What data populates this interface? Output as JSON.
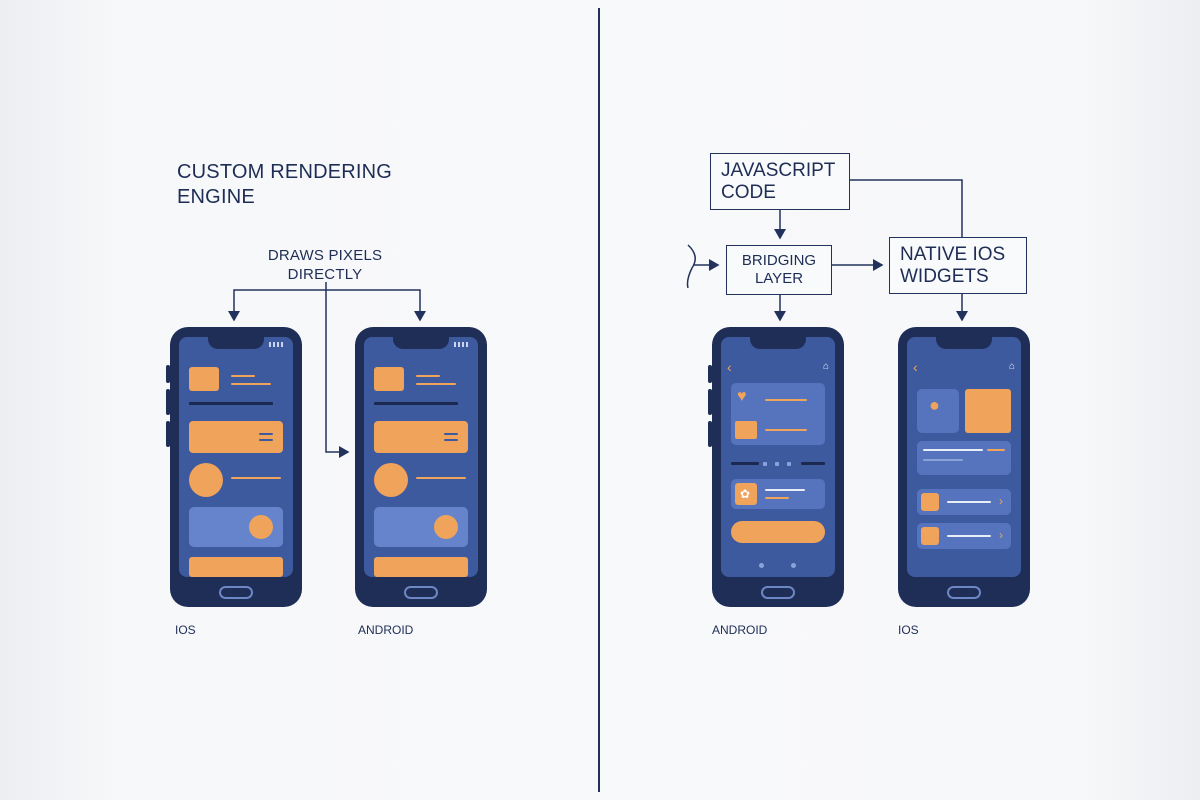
{
  "left_panel": {
    "title": "CUSTOM RENDERING ENGINE",
    "note": "DRAWS PIXELS DIRECTLY",
    "phone_labels": [
      "IOS",
      "ANDROID"
    ]
  },
  "right_panel": {
    "js_box": "JAVASCRIPT CODE",
    "bridge_box": "BRIDGING LAYER",
    "native_box": "NATIVE IOS WIDGETS",
    "phone_labels": [
      "ANDROID",
      "IOS"
    ]
  },
  "colors": {
    "navy": "#1e2d55",
    "screen_blue": "#3d5a9e",
    "accent_orange": "#f0a35a",
    "background": "#f7f8fa"
  }
}
